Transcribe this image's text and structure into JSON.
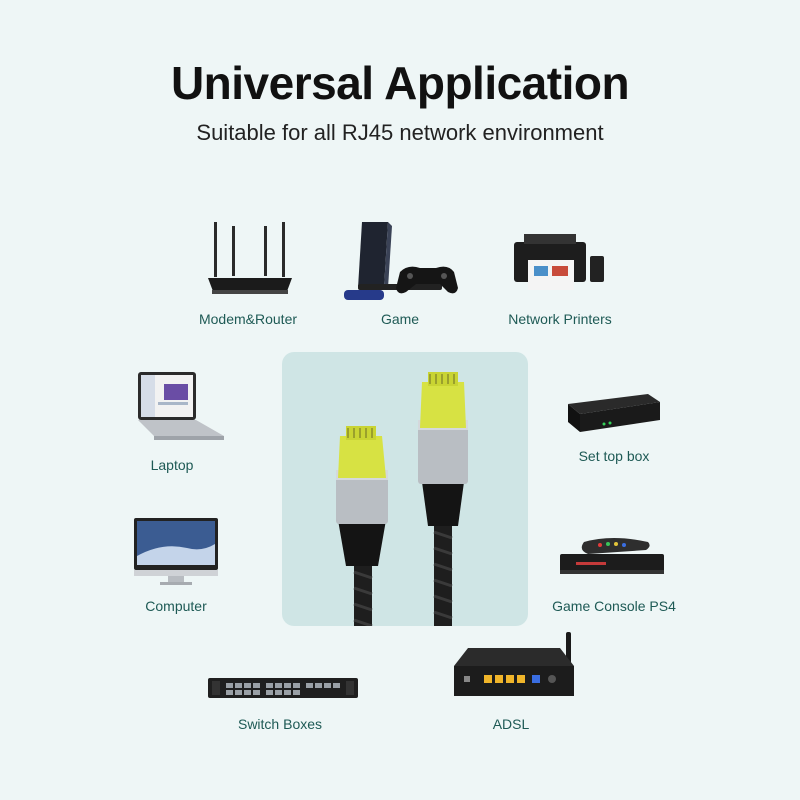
{
  "header": {
    "title": "Universal Application",
    "subtitle": "Suitable for all RJ45 network environment"
  },
  "devices": [
    {
      "id": "modem-router",
      "label": "Modem&Router"
    },
    {
      "id": "game",
      "label": "Game"
    },
    {
      "id": "network-printers",
      "label": "Network Printers"
    },
    {
      "id": "laptop",
      "label": "Laptop"
    },
    {
      "id": "set-top-box",
      "label": "Set top box"
    },
    {
      "id": "computer",
      "label": "Computer"
    },
    {
      "id": "game-console-ps4",
      "label": "Game Console PS4"
    },
    {
      "id": "switch-boxes",
      "label": "Switch Boxes"
    },
    {
      "id": "adsl",
      "label": "ADSL"
    }
  ],
  "colors": {
    "background": "#eef6f6",
    "label_text": "#1e5a55",
    "panel": "#cfe5e5",
    "connector_yellow": "#d7e23a"
  }
}
